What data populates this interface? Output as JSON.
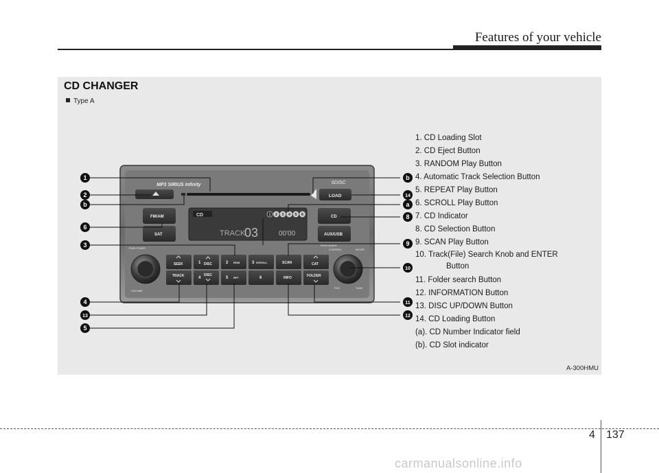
{
  "header": {
    "title": "Features of your vehicle"
  },
  "section": {
    "title": "CD CHANGER",
    "type_label": "Type A"
  },
  "legend": [
    "1. CD Loading Slot",
    "2. CD Eject Button",
    "3. RANDOM Play Button",
    "4. Automatic Track Selection Button",
    "5. REPEAT Play Button",
    "6. SCROLL Play Button",
    "7. CD Indicator",
    "8. CD Selection Button",
    "9. SCAN Play Button",
    "11. Folder search Button",
    "12. INFORMATION Button",
    "13. DISC UP/DOWN Button",
    "14. CD Loading Button",
    "(a). CD Number Indicator field",
    "(b). CD Slot indicator"
  ],
  "legend_item_10": {
    "line1": "10. Track(File) Search Knob and ENTER",
    "line2": "Button"
  },
  "image_id": "A-300HMU",
  "footer": {
    "chapter": "4",
    "page": "137",
    "watermark": "carmanualsonline.info"
  },
  "callouts": {
    "left": [
      "1",
      "2",
      "b",
      "6",
      "3",
      "4",
      "13",
      "5"
    ],
    "right": [
      "b",
      "14",
      "a",
      "8",
      "9",
      "10",
      "11",
      "12"
    ]
  },
  "radio": {
    "brand": "MP3  SIRIUS  Infinity",
    "disc_logo": "6DISC",
    "buttons": {
      "load": "LOAD",
      "fm_am": "FM/AM",
      "sat": "SAT",
      "cd": "CD",
      "aux_usb": "AUX/USB",
      "seek": "SEEK",
      "track": "TRACK",
      "disc": "DISC",
      "rdm": "RDM",
      "scroll": "SCROLL",
      "scan": "SCAN",
      "info": "INFO",
      "rpt": "RPT",
      "cat": "CAT",
      "folder": "FOLDER",
      "preset_1": "1",
      "preset_2": "2",
      "preset_3": "3",
      "preset_4": "4",
      "preset_5": "5",
      "preset_6": "6"
    },
    "display": {
      "mode": "CD",
      "track_label": "TRACK",
      "track_number": "03",
      "time": "00'00",
      "disc_numbers": [
        "1",
        "2",
        "3",
        "4",
        "5",
        "6"
      ]
    },
    "knob_labels": {
      "push_power": "PUSH POWER",
      "volume": "VOLUME",
      "push_audio": "PUSH AUDIO",
      "control": "CONTROL",
      "enter": "ENTER",
      "file": "FILE",
      "tune": "TUNE"
    }
  }
}
